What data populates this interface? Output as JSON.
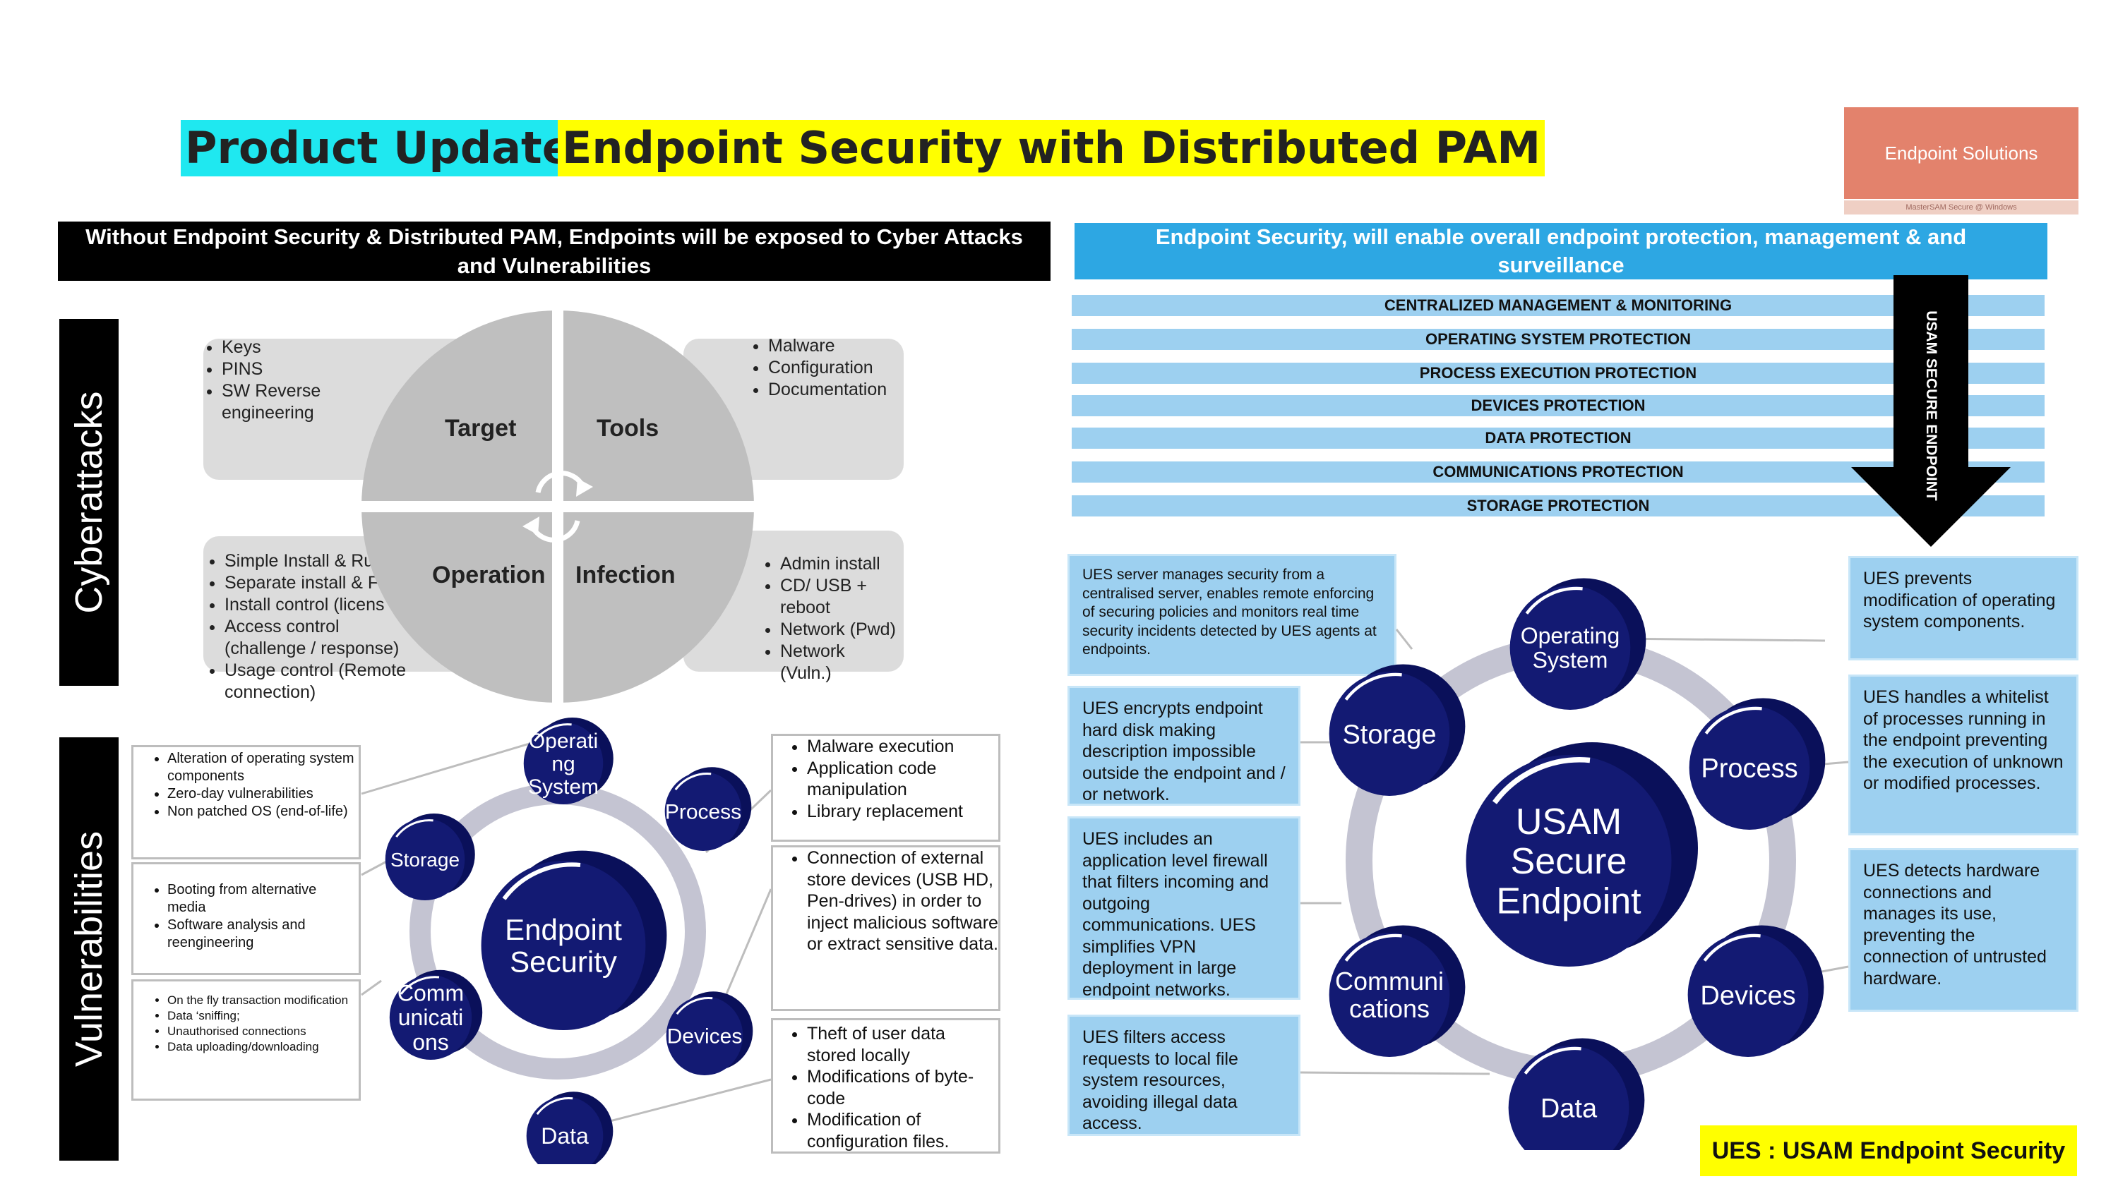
{
  "header": {
    "title_prefix": "Product Update :",
    "title_main": "Endpoint Security with Distributed PAM",
    "solutions_label": "Endpoint Solutions",
    "solutions_sublabel": "MasterSAM Secure @ Windows"
  },
  "left": {
    "heading": "Without Endpoint Security & Distributed PAM, Endpoints will be exposed to Cyber Attacks and Vulnerabilities",
    "cyber_label": "Cyberattacks",
    "vuln_label": "Vulnerabilities",
    "quadrants": [
      "Target",
      "Tools",
      "Operation",
      "Infection"
    ],
    "target_items": [
      "Keys",
      "PINS",
      "SW Reverse engineering"
    ],
    "tools_items": [
      "Malware",
      "Configuration",
      "Documentation"
    ],
    "operation_items": [
      "Simple Install & Ru",
      "Separate install & F",
      "Install control (licens",
      "Access control (challenge / response)",
      "Usage control (Remote connection)"
    ],
    "infection_items": [
      "Admin install",
      "CD/ USB + reboot",
      "Network (Pwd)",
      "Network (Vuln.)"
    ],
    "vuln_box1": [
      "Alteration of operating system components",
      "Zero-day vulnerabilities",
      "Non patched OS (end-of-life)"
    ],
    "vuln_box2": [
      "Booting from alternative media",
      "Software analysis and reengineering"
    ],
    "vuln_box3": [
      "On the fly transaction modification",
      "Data ‘sniffing;",
      "Unauthorised connections",
      "Data uploading/downloading"
    ],
    "vuln_box4": [
      "Malware execution",
      "Application code manipulation",
      "Library replacement"
    ],
    "vuln_box5": [
      "Connection of external store devices (USB HD, Pen-drives) in order to inject malicious software or extract sensitive data."
    ],
    "vuln_box6": [
      "Theft of user data stored locally",
      "Modifications of byte-code",
      "Modification of configuration files."
    ],
    "cycle": {
      "center": [
        "Endpoint",
        "Security"
      ],
      "nodes": [
        [
          "Operati",
          "ng",
          "System"
        ],
        [
          "Process"
        ],
        [
          "Devices"
        ],
        [
          "Data"
        ],
        [
          "Comm",
          "unicati",
          "ons"
        ],
        [
          "Storage"
        ]
      ]
    }
  },
  "right": {
    "heading": "Endpoint Security, will enable overall endpoint protection, management & and surveillance",
    "protections": [
      "CENTRALIZED MANAGEMENT & MONITORING",
      "OPERATING SYSTEM PROTECTION",
      "PROCESS EXECUTION PROTECTION",
      "DEVICES PROTECTION",
      "DATA PROTECTION",
      "COMMUNICATIONS PROTECTION",
      "STORAGE PROTECTION"
    ],
    "arrow_label": "USAM SECURE ENDPOINT",
    "ues_server": "UES server manages security from a centralised server, enables remote enforcing of securing policies and monitors real time security incidents detected by UES agents at endpoints.",
    "ues_encrypt": "UES encrypts endpoint hard disk making description impossible outside the endpoint and / or network.",
    "ues_firewall": "UES includes an application level firewall that filters incoming and outgoing communications. UES simplifies VPN deployment in large endpoint networks.",
    "ues_filters": "UES filters access requests to local file system resources, avoiding illegal data access.",
    "ues_prevents": "UES prevents modification of operating system components.",
    "ues_whitelist": "UES handles a whitelist of processes running in the endpoint preventing the execution of unknown or modified processes.",
    "ues_hardware": "UES detects hardware connections and manages its use, preventing the connection of untrusted hardware.",
    "cycle": {
      "center": [
        "USAM",
        "Secure",
        "Endpoint"
      ],
      "nodes": [
        [
          "Operating",
          "System"
        ],
        [
          "Process"
        ],
        [
          "Devices"
        ],
        [
          "Data"
        ],
        [
          "Communi",
          "cations"
        ],
        [
          "Storage"
        ]
      ]
    },
    "legend": "UES : USAM Endpoint Security"
  },
  "colors": {
    "navy": "#131a73",
    "cyan_title": "#1fe8f0",
    "yellow": "#ffff00",
    "blue_heading": "#2da7e3",
    "light_blue": "#9dd0f0",
    "salmon": "#e3826c",
    "quadrant_grey": "#bfbfbf"
  }
}
